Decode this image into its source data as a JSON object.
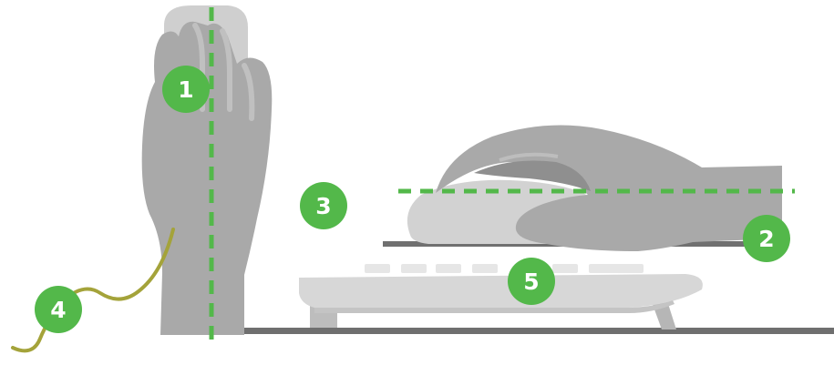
{
  "colors": {
    "badge": "#53b84a",
    "guide_line": "#53b84a",
    "cable": "#a4a33a",
    "hand": "#a9a9a9",
    "mouse": "#d2d2d2",
    "keyboard": "#d7d7d7",
    "desk": "#6f6f6f"
  },
  "labels": [
    {
      "id": "1",
      "text": "1"
    },
    {
      "id": "2",
      "text": "2"
    },
    {
      "id": "3",
      "text": "3"
    },
    {
      "id": "4",
      "text": "4"
    },
    {
      "id": "5",
      "text": "5"
    }
  ],
  "icons": [
    "vertical-mouse-hand-icon",
    "standard-mouse-hand-icon",
    "keyboard-icon",
    "mouse-cable-icon",
    "desk-surface-icon"
  ]
}
